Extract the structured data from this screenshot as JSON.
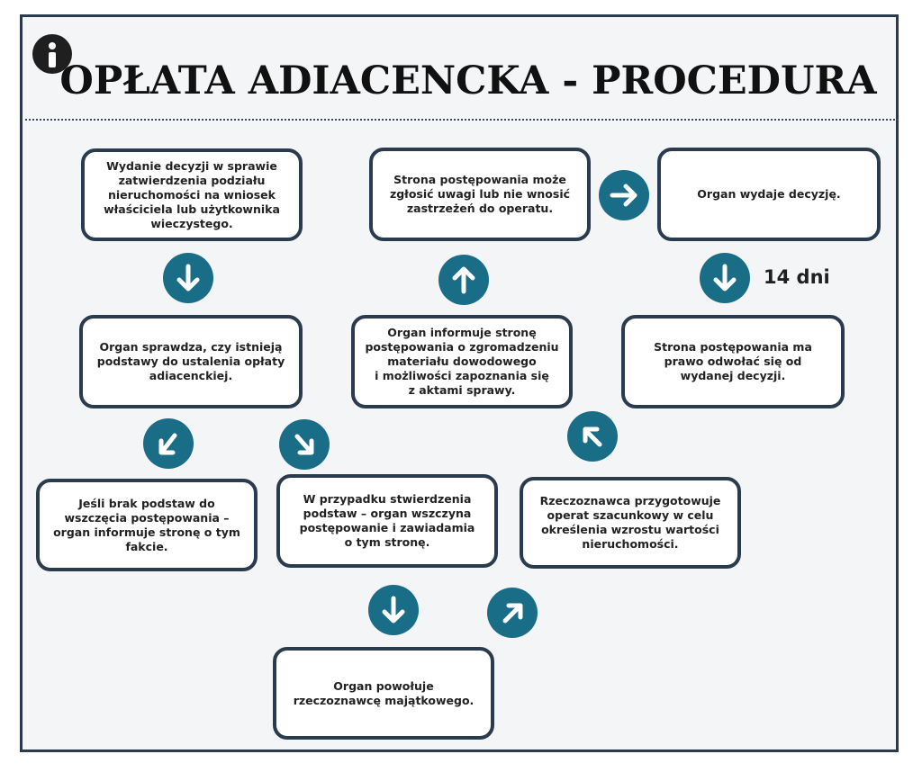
{
  "title": "OPŁATA ADIACENCKA - PROCEDURA",
  "steps": {
    "decision_division": "Wydanie decyzji w sprawie\nzatwierdzenia podziału\nnieruchomości na wniosek\nwłaściciela lub użytkownika\nwieczystego.",
    "check_basis": "Organ sprawdza, czy istnieją\npodstawy do ustalenia opłaty\nadiacenckiej.",
    "no_basis": "Jeśli brak podstaw do\nwszczęcia postępowania –\norgan informuje stronę o tym\nfakcie.",
    "basis_found": "W przypadku stwierdzenia\npodstaw – organ wszczyna\npostępowanie i zawiadamia\no tym stronę.",
    "appoint_appraiser": "Organ powołuje\nrzeczoznawcę majątkowego.",
    "appraisal": "Rzeczoznawca przygotowuje\noperat szacunkowy w celu\nokreślenia wzrostu wartości\nnieruchomości.",
    "inform_party": "Organ informuje stronę\npostępowania o zgromadzeniu\nmateriału dowodowego\ni możliwości zapoznania się\nz aktami sprawy.",
    "party_comments": "Strona postępowania może\nzgłosić uwagi lub nie wnosić\nzastrzeżeń do operatu.",
    "issue_decision": "Organ wydaje decyzję.",
    "appeal": "Strona postępowania ma\nprawo odwołać się od\nwydanej decyzji."
  },
  "deadline_label": "14 dni",
  "colors": {
    "arrow": "#1a6d86",
    "border": "#2b3b4e"
  },
  "icons": {
    "info": "info-icon",
    "arrow": "arrow-icon"
  }
}
